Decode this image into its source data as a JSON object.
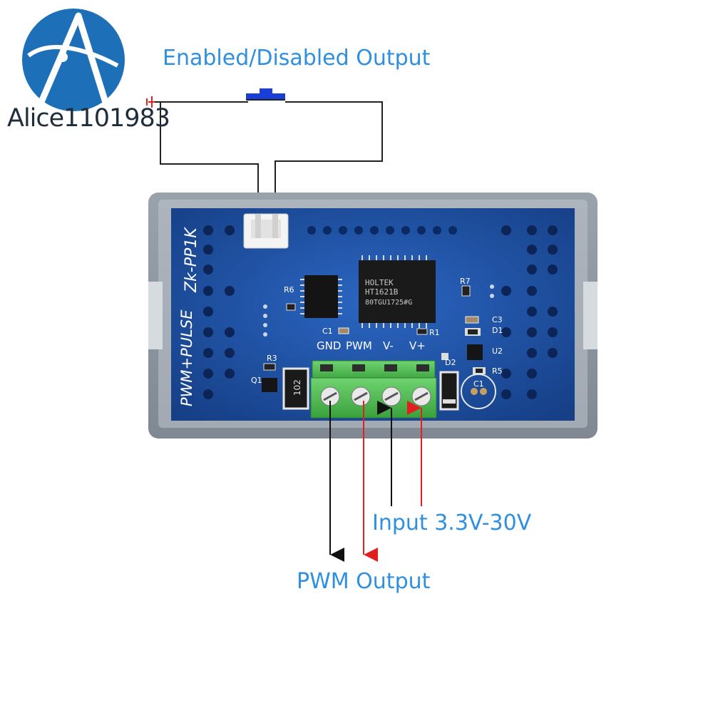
{
  "watermark": {
    "brand_text": "Alice1101983",
    "logo_icon": "circle-a-logo-icon",
    "logo_color": "#1d6fb8"
  },
  "annotations": {
    "switch_label": "Enabled/Disabled Output",
    "input_label": "Input 3.3V-30V",
    "output_label": "PWM Output",
    "label_color": "#2f8fe0"
  },
  "board": {
    "model": "Zk-PP1K",
    "function_text": "PWM+PULSE",
    "chip_brand": "HOLTEK",
    "chip_part": "HT1621B",
    "chip_code": "80TGU1725#G",
    "resistor_code": "102",
    "terminal_labels": [
      "GND",
      "PWM",
      "V-",
      "V+"
    ],
    "component_refs": [
      "R6",
      "R7",
      "C1",
      "C3",
      "D1",
      "U2",
      "R1",
      "R3",
      "Q1",
      "D2",
      "R5",
      "C1"
    ],
    "pcb_color": "#1c4fa3"
  },
  "wires": {
    "signal_color": "#111111",
    "positive_color": "#e02020"
  }
}
